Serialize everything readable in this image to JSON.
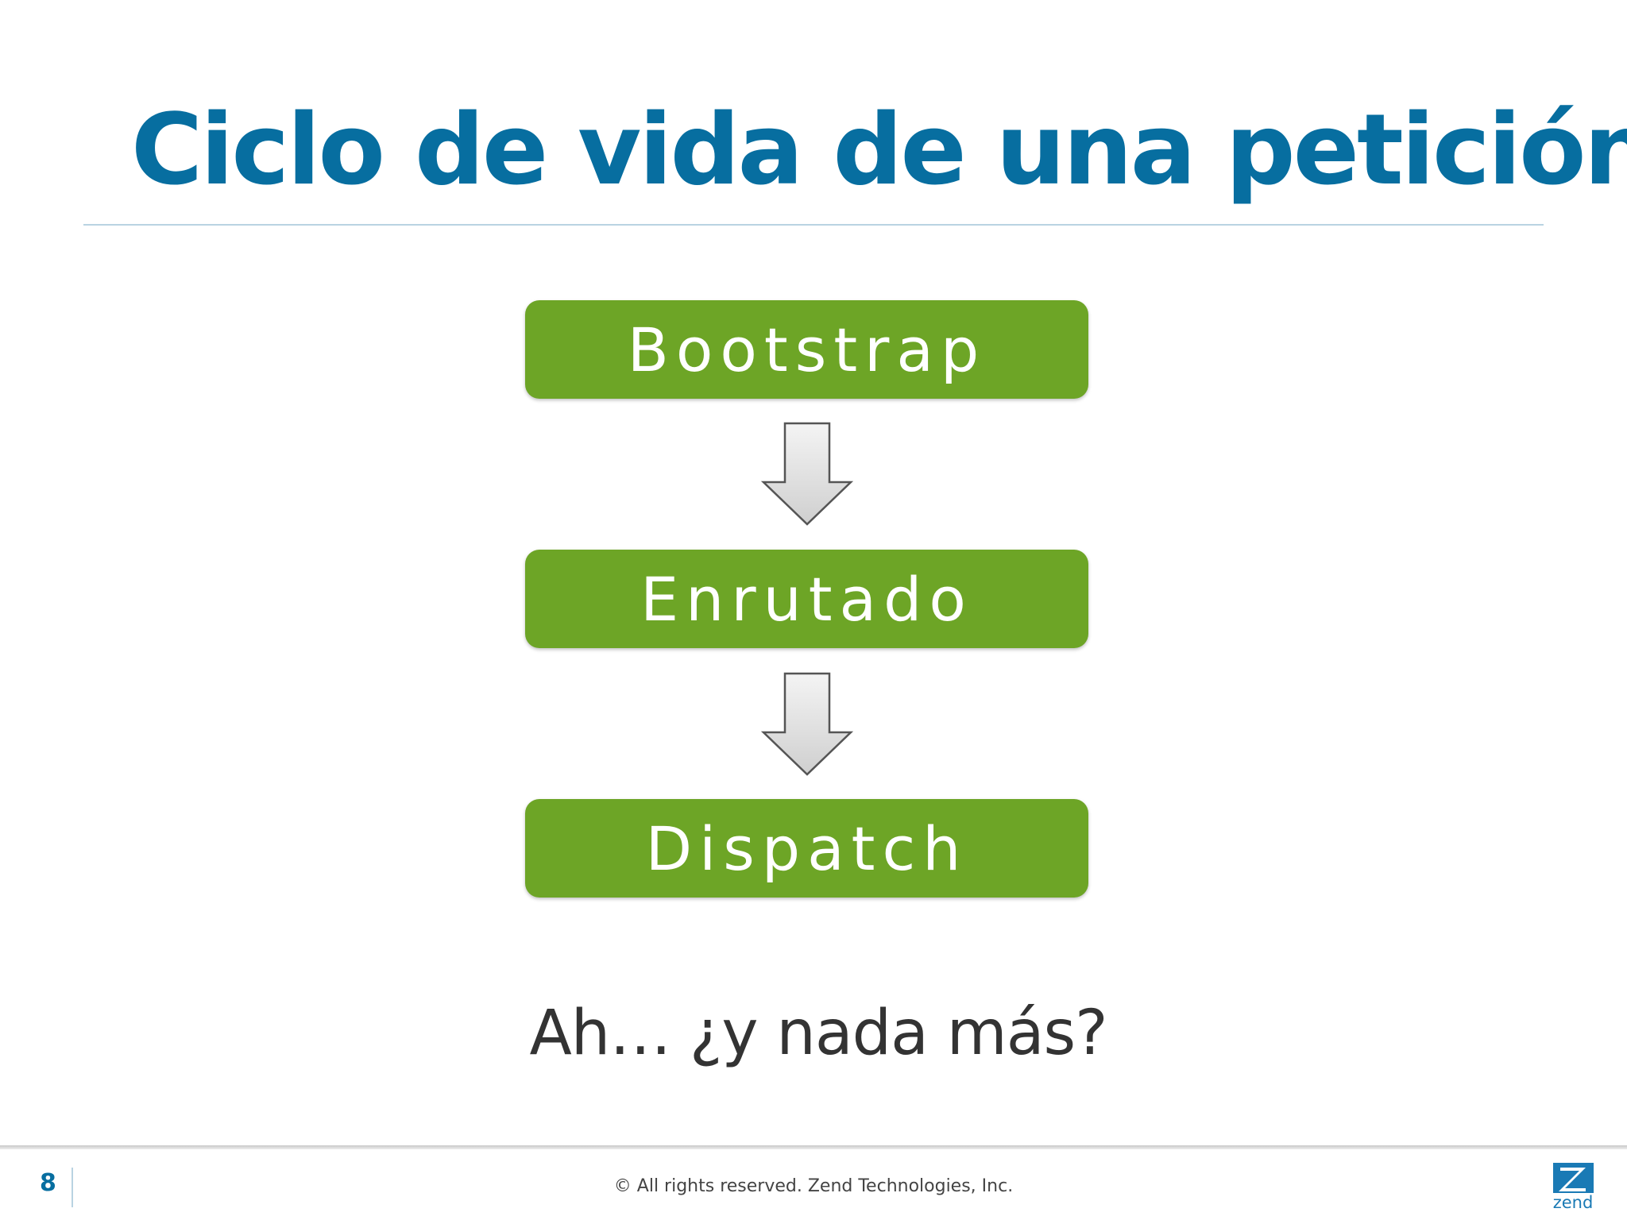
{
  "slide": {
    "title": "Ciclo de vida de una petición",
    "steps": [
      {
        "label": "Bootstrap"
      },
      {
        "label": "Enrutado"
      },
      {
        "label": "Dispatch"
      }
    ],
    "question": "Ah… ¿y nada más?"
  },
  "footer": {
    "page_number": "8",
    "copyright": "© All rights reserved. Zend Technologies, Inc.",
    "logo_text": "zend"
  },
  "colors": {
    "title": "#076ea0",
    "step_fill": "#6da526",
    "step_text": "#ffffff",
    "arrow_fill": "#e6e6e6",
    "arrow_stroke": "#555555"
  },
  "icons": {
    "arrow": "down-arrow-icon",
    "logo": "zend-logo"
  }
}
